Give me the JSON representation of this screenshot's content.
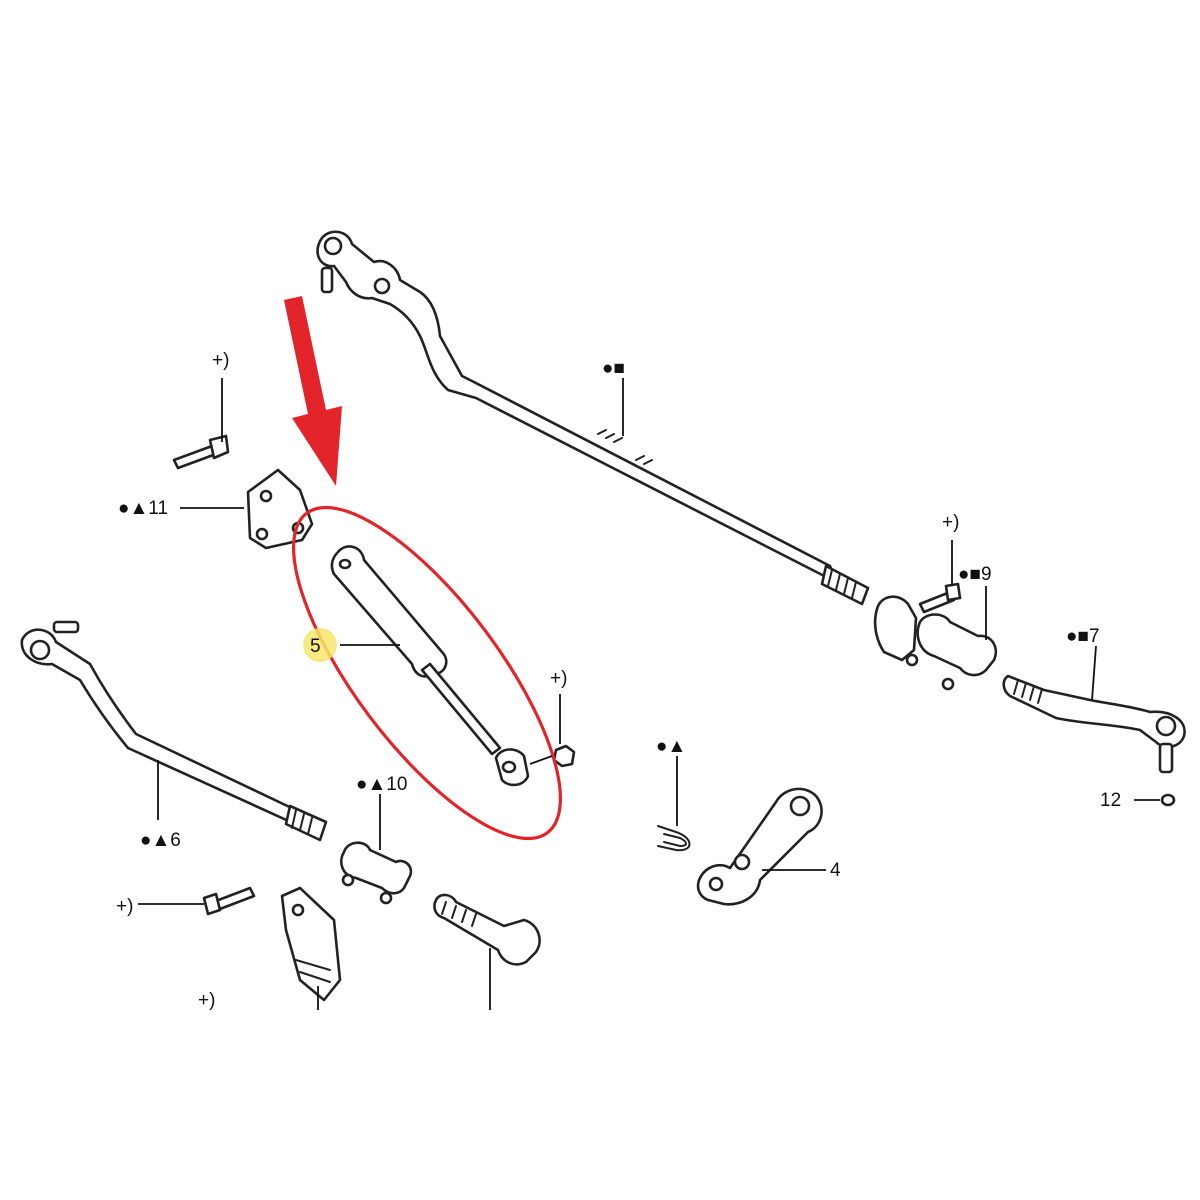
{
  "highlight": {
    "color": "#e3242b",
    "marker_color": "#f4e66a"
  },
  "labels": {
    "part_1": "●■",
    "part_2": "●▲11",
    "part_3": "●■9",
    "part_4": "●■7",
    "part_5": "5",
    "part_6": "●▲6",
    "part_7": "●▲10",
    "part_8": "●▲",
    "part_9": "4",
    "part_10": "12",
    "bolt_a": "+)",
    "bolt_b": "+)",
    "bolt_c": "+)",
    "bolt_d": "+)",
    "bolt_e": "+)"
  },
  "icons": [
    "arrow-down-icon",
    "highlight-ellipse"
  ]
}
